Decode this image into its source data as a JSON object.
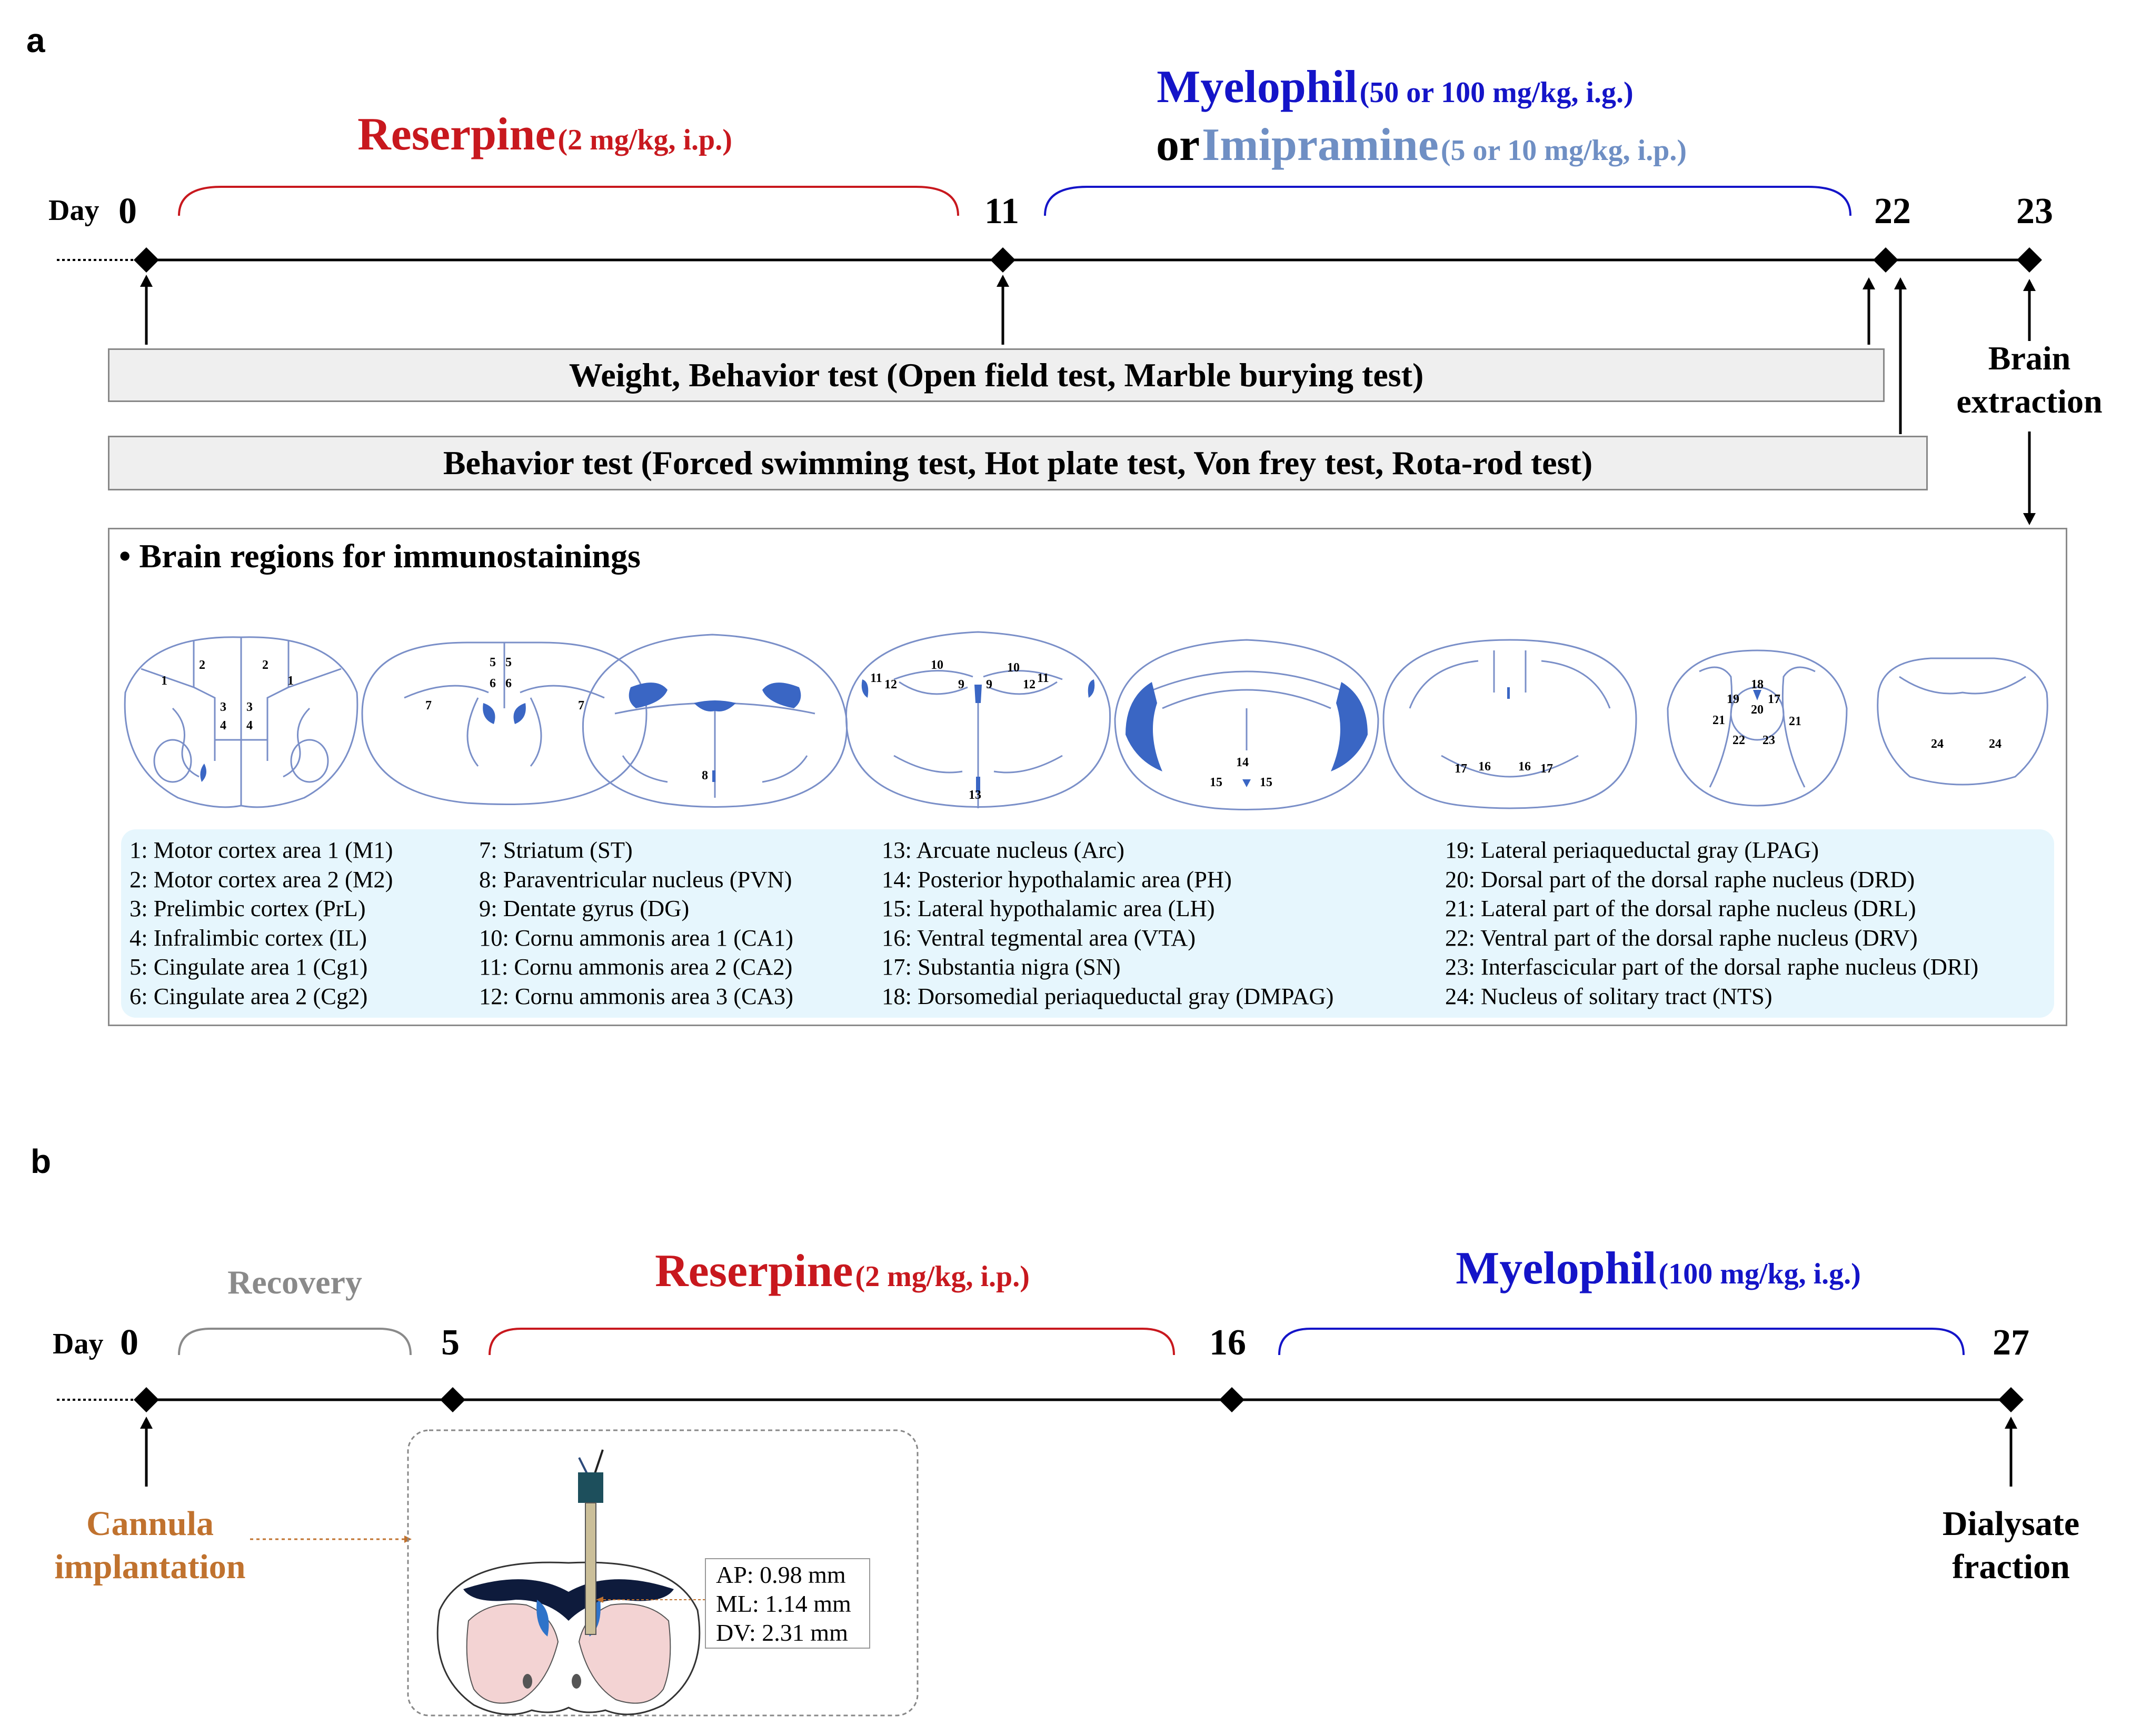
{
  "colors": {
    "reserpine": "#c8181e",
    "myelophil": "#1414c8",
    "imipramine": "#6f8fc4",
    "recovery": "#8a8a8a",
    "cannula": "#c0722e",
    "region_fill": "#3a66c4",
    "legend_bg": "#e6f6fd",
    "box_bg": "#efefef"
  },
  "panel_a": {
    "letter": "a",
    "day_label": "Day",
    "days": [
      "0",
      "11",
      "22",
      "23"
    ],
    "reserpine": {
      "name": "Reserpine",
      "dose": "(2 mg/kg, i.p.)"
    },
    "myelophil": {
      "name": "Myelophil",
      "dose": "(50 or 100 mg/kg, i.g.)"
    },
    "or_text": "or",
    "imipramine": {
      "name": "Imipramine",
      "dose": "(5 or 10 mg/kg, i.p.)"
    },
    "box1": "Weight, Behavior test (Open field test, Marble burying test)",
    "box2": "Behavior test (Forced swimming test, Hot plate test, Von frey test, Rota-rod test)",
    "brain_extraction": [
      "Brain",
      "extraction"
    ],
    "regions_title": "Brain regions for immunostainings",
    "section_labels": {
      "s1": [
        "1",
        "2",
        "2",
        "1",
        "3",
        "3",
        "4",
        "4"
      ],
      "s2": [
        "5",
        "5",
        "6",
        "6",
        "7",
        "7"
      ],
      "s3": [
        "8"
      ],
      "s4": [
        "10",
        "10",
        "11",
        "12",
        "9",
        "9",
        "12",
        "11",
        "13"
      ],
      "s5": [
        "14",
        "15",
        "15"
      ],
      "s6": [
        "17",
        "16",
        "16",
        "17"
      ],
      "s7": [
        "18",
        "19",
        "17",
        "20",
        "21",
        "21",
        "22",
        "23"
      ],
      "s8": [
        "24",
        "24"
      ]
    },
    "legend": [
      [
        "1: Motor cortex area 1 (M1)",
        "2: Motor cortex area 2 (M2)",
        "3: Prelimbic cortex (PrL)",
        "4: Infralimbic cortex (IL)",
        "5: Cingulate area 1 (Cg1)",
        "6: Cingulate area 2 (Cg2)"
      ],
      [
        "7: Striatum (ST)",
        "8: Paraventricular nucleus (PVN)",
        "9: Dentate gyrus (DG)",
        "10: Cornu ammonis area 1 (CA1)",
        "11: Cornu ammonis area 2 (CA2)",
        "12: Cornu ammonis area 3 (CA3)"
      ],
      [
        "13: Arcuate nucleus (Arc)",
        "14: Posterior hypothalamic area (PH)",
        "15: Lateral hypothalamic area (LH)",
        "16: Ventral tegmental area (VTA)",
        "17: Substantia nigra (SN)",
        "18: Dorsomedial periaqueductal gray (DMPAG)"
      ],
      [
        "19: Lateral periaqueductal gray (LPAG)",
        "20: Dorsal part of the dorsal raphe nucleus (DRD)",
        "21: Lateral part of the dorsal raphe nucleus (DRL)",
        "22: Ventral part of the dorsal raphe nucleus (DRV)",
        "23: Interfascicular part of the dorsal raphe nucleus (DRI)",
        "24: Nucleus of solitary tract (NTS)"
      ]
    ]
  },
  "panel_b": {
    "letter": "b",
    "day_label": "Day",
    "days": [
      "0",
      "5",
      "16",
      "27"
    ],
    "recovery": "Recovery",
    "reserpine": {
      "name": "Reserpine",
      "dose": "(2 mg/kg, i.p.)"
    },
    "myelophil": {
      "name": "Myelophil",
      "dose": "(100 mg/kg, i.g.)"
    },
    "cannula": [
      "Cannula",
      "implantation"
    ],
    "dialysate": [
      "Dialysate",
      "fraction"
    ],
    "coords": [
      "AP: 0.98 mm",
      "ML: 1.14 mm",
      "DV: 2.31 mm"
    ]
  }
}
